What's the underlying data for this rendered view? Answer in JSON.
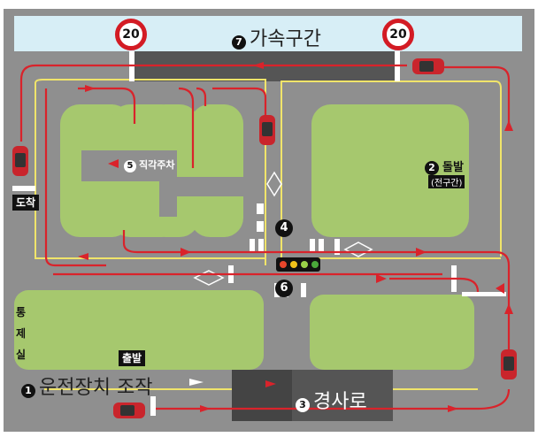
{
  "sections": {
    "acceleration": {
      "num": "7",
      "label": "가속구간"
    },
    "curve": {
      "num": "2",
      "label": "돌발",
      "sub": "(전구간)"
    },
    "parking": {
      "num": "5",
      "label": "직각주차"
    },
    "intersection": {
      "num": "4"
    },
    "signal": {
      "num": "6"
    },
    "slope": {
      "num": "3",
      "label": "경사로"
    },
    "device": {
      "num": "1",
      "label": "운전장치 조작"
    }
  },
  "speed_sign_left": "20",
  "speed_sign_right": "20",
  "labels": {
    "arrival": "도착",
    "start": "출발",
    "control_chars": [
      "통",
      "제",
      "실"
    ]
  },
  "colors": {
    "asphalt": "#8c8c8c",
    "grass": "#a6c86e",
    "route": "#d9232b",
    "lane_line": "#f0e46a",
    "sky_band": "#d7eef6"
  }
}
